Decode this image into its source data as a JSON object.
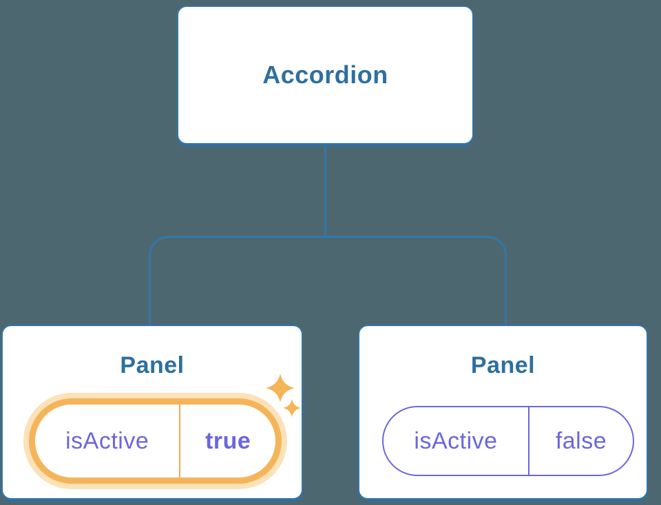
{
  "diagram": {
    "root": {
      "label": "Accordion"
    },
    "panels": [
      {
        "title": "Panel",
        "state": {
          "key": "isActive",
          "value": "true"
        },
        "highlighted": true
      },
      {
        "title": "Panel",
        "state": {
          "key": "isActive",
          "value": "false"
        },
        "highlighted": false
      }
    ]
  },
  "icons": {
    "sparkle": "four-point-star-sparkle"
  },
  "colors": {
    "background": "#4d6771",
    "node_border": "#3476a6",
    "node_text": "#2e6f9f",
    "connector": "#3476a6",
    "state_purple": "#6b66de",
    "highlight_ring": "#f6b45a",
    "highlight_halo": "#fbe2b8",
    "highlight_divider": "#f3a94e",
    "sparkle": "#f5b455"
  }
}
